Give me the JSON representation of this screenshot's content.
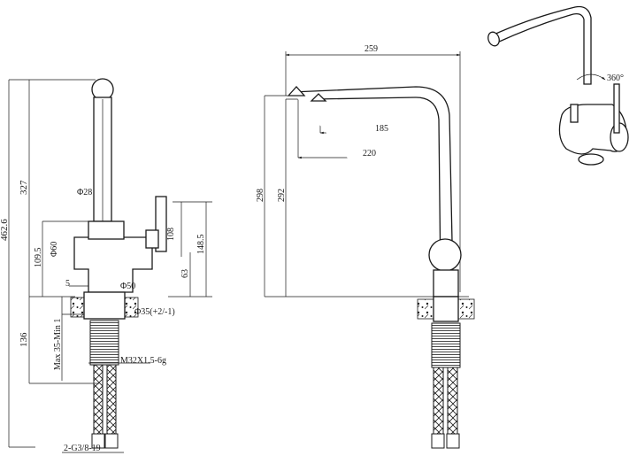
{
  "front_view": {
    "dim_total_height": "462.6",
    "dim_spout_height": "327",
    "dim_lower_height": "136",
    "dim_spout_diameter": "Φ28",
    "dim_body_diameter": "Φ60",
    "dim_body_height": "109.5",
    "dim_handle_height": "108",
    "dim_handle_total": "148.5",
    "dim_base_offset": "63",
    "dim_base_step": "5",
    "dim_base_diameter": "Φ50",
    "dim_hole_diameter": "Φ35(+2/-1)",
    "dim_max_thickness": "Max 35-Min 1",
    "dim_thread": "M32X1.5-6g",
    "dim_hose_thread": "2-G3/8-19"
  },
  "side_view": {
    "dim_reach": "259",
    "dim_outlet_1": "185",
    "dim_outlet_2": "220",
    "dim_height_1": "298",
    "dim_height_2": "292"
  },
  "perspective_view": {
    "rotation_label": "360°"
  }
}
